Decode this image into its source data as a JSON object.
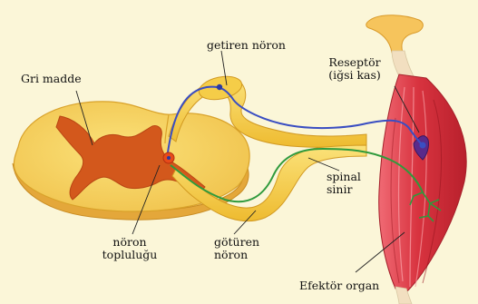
{
  "labels": {
    "gray_matter": "Gri madde",
    "afferent_neuron": "getiren nöron",
    "receptor_line1": "Reseptör",
    "receptor_line2": "(iğsi kas)",
    "spinal_nerve_line1": "spinal",
    "spinal_nerve_line2": "sinir",
    "neuron_cluster_line1": "nöron",
    "neuron_cluster_line2": "topluluğu",
    "efferent_neuron_line1": "götüren",
    "efferent_neuron_line2": "nöron",
    "effector_organ": "Efektör organ"
  },
  "colors": {
    "background": "#fbf6d8",
    "spinal_cord": "#f6d25a",
    "spinal_cord_edge": "#d9a22a",
    "gray_matter": "#d3581c",
    "nerve": "#f2c63a",
    "muscle": "#d8333f",
    "tendon": "#f2dfc0",
    "afferent_fiber": "#3a4ec2",
    "efferent_fiber": "#2f9a3c"
  }
}
